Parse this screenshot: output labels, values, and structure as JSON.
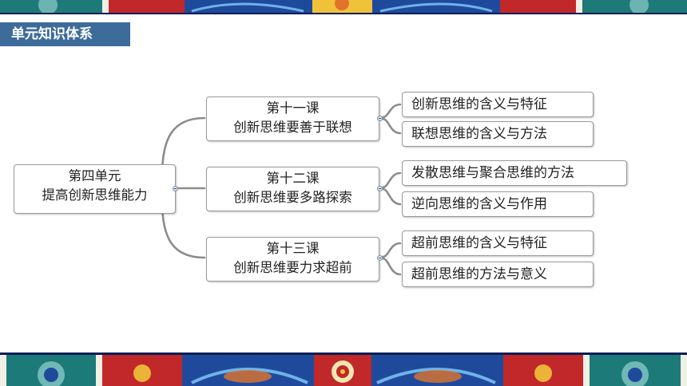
{
  "header": {
    "title": "单元知识体系"
  },
  "mindmap": {
    "root": {
      "line1": "第四单元",
      "line2": "提高创新思维能力"
    },
    "lessons": [
      {
        "line1": "第十一课",
        "line2": "创新思维要善于联想",
        "topics": [
          "创新思维的含义与特征",
          "联想思维的含义与方法"
        ]
      },
      {
        "line1": "第十二课",
        "line2": "创新思维要多路探索",
        "topics": [
          "发散思维与聚合思维的方法",
          "逆向思维的含义与作用"
        ]
      },
      {
        "line1": "第十三课",
        "line2": "创新思维要力求超前",
        "topics": [
          "超前思维的含义与特征",
          "超前思维的方法与意义"
        ]
      }
    ]
  },
  "colors": {
    "header_bg": "#3e6c9a",
    "connector": "#8c8c8c",
    "border_navy": "#0d2a6e",
    "border_red": "#c0282a"
  }
}
